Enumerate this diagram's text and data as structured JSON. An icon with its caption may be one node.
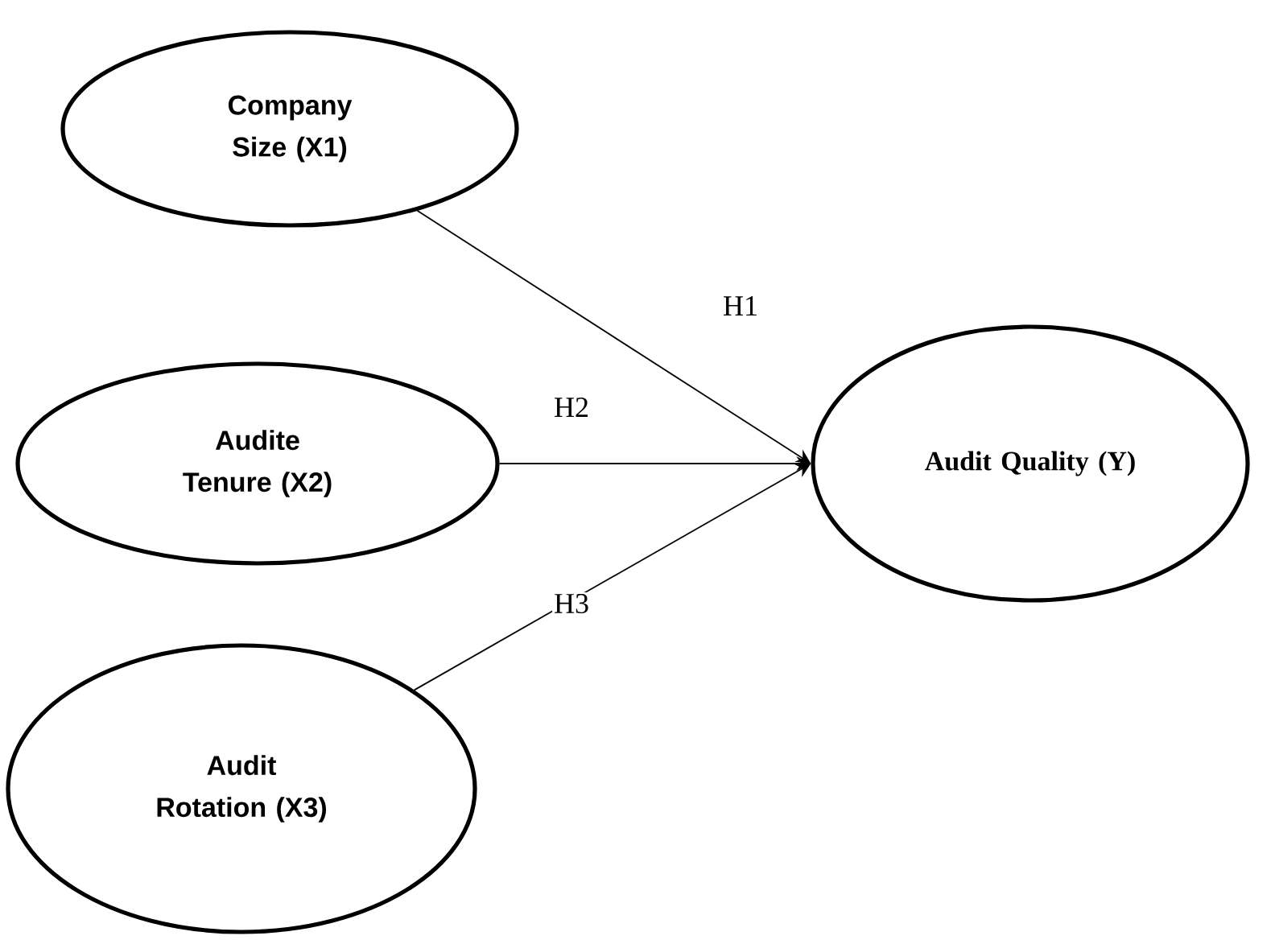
{
  "diagram": {
    "nodes": [
      {
        "text": [
          "Company Size (X1)"
        ]
      },
      {
        "text": [
          "Audite Tenure (X2)"
        ]
      },
      {
        "text": [
          "Audit Rotation (X3)"
        ]
      },
      {
        "text": [
          "Audit Quality (Y)"
        ]
      }
    ],
    "edges": [
      {
        "from": 0,
        "to": 3,
        "arrow": "to",
        "label": "H1"
      },
      {
        "from": 1,
        "to": 3,
        "arrow": "to",
        "label": "H2"
      },
      {
        "from": 2,
        "to": 3,
        "arrow": "to",
        "label": "H3"
      }
    ]
  }
}
